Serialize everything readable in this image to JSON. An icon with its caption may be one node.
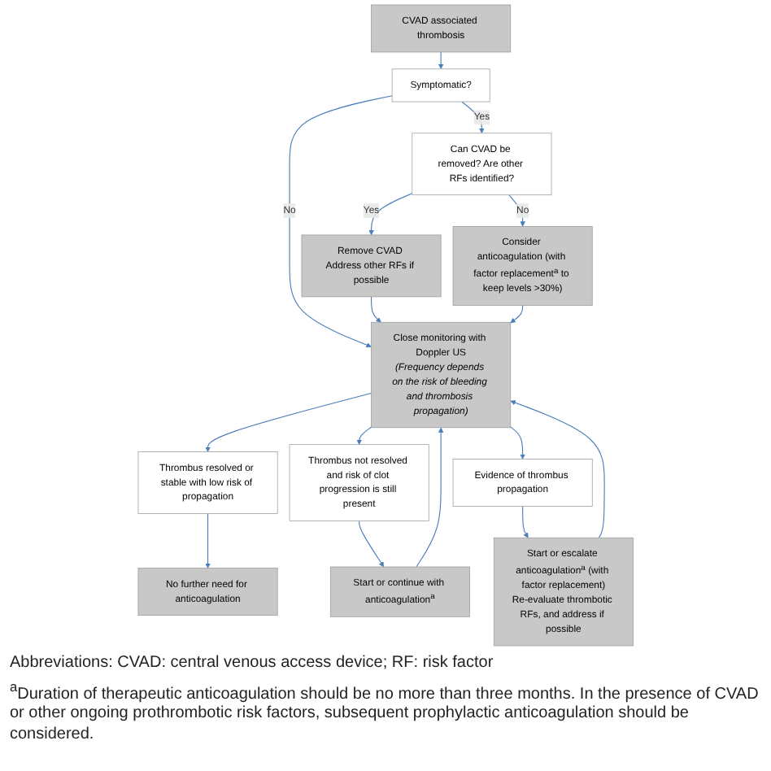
{
  "diagram": {
    "nodes": [
      {
        "text": [
          "CVAD associated thrombosis"
        ]
      },
      {
        "text": [
          "Symptomatic?"
        ]
      },
      {
        "text": [
          "Can CVAD be removed? Are other RFs identified?"
        ]
      },
      {
        "text": [
          "Remove CVAD Address other RFs if possible"
        ]
      },
      {
        "text": [
          "Consider anticoagulation (with factor replacement$^{a}$ to keep levels >30%)"
        ]
      },
      {
        "text": [
          "Close monitoring with Doppler US",
          "(Frequency depends on the risk of bleeding and thrombosis propagation)"
        ]
      },
      {
        "text": [
          "Thrombus resolved or stable with low risk of propagation"
        ]
      },
      {
        "text": [
          "Thrombus not resolved and risk of clot progression is still present"
        ]
      },
      {
        "text": [
          "Evidence of thrombus propagation"
        ]
      },
      {
        "text": [
          "No further need for anticoagulation"
        ]
      },
      {
        "text": [
          "Start or continue with anticoagulation$^{a}$"
        ]
      },
      {
        "text": [
          "Start or escalate anticoagulation$^{a}$ (with factor replacement)",
          "Re-evaluate thrombotic RFs, and address if possible"
        ]
      }
    ],
    "edges": [
      {
        "from": 0,
        "to": 1,
        "arrow": "to"
      },
      {
        "from": 1,
        "to": 2,
        "arrow": "to",
        "label": "Yes"
      },
      {
        "from": 1,
        "to": 5,
        "arrow": "to",
        "label": "No"
      },
      {
        "from": 2,
        "to": 3,
        "arrow": "to",
        "label": "Yes"
      },
      {
        "from": 2,
        "to": 4,
        "arrow": "to",
        "label": "No"
      },
      {
        "from": 3,
        "to": 5,
        "arrow": "to"
      },
      {
        "from": 4,
        "to": 5,
        "arrow": "to"
      },
      {
        "from": 5,
        "to": 6,
        "arrow": "to"
      },
      {
        "from": 5,
        "to": 7,
        "arrow": "to"
      },
      {
        "from": 5,
        "to": 8,
        "arrow": "to"
      },
      {
        "from": 6,
        "to": 9,
        "arrow": "to"
      },
      {
        "from": 7,
        "to": 10,
        "arrow": "to"
      },
      {
        "from": 8,
        "to": 11,
        "arrow": "to"
      },
      {
        "from": 10,
        "to": 5,
        "arrow": "to"
      },
      {
        "from": 11,
        "to": 5,
        "arrow": "to"
      }
    ],
    "labels": [
      "Abbreviations: CVAD: central venous access device; RF: risk factor",
      "$^{a}$Duration of therapeutic anticoagulation should be no more than three months. In the presence of CVAD or other ongoing prothrombotic risk factors, subsequent prophylactic anticoagulation should be considered."
    ]
  }
}
